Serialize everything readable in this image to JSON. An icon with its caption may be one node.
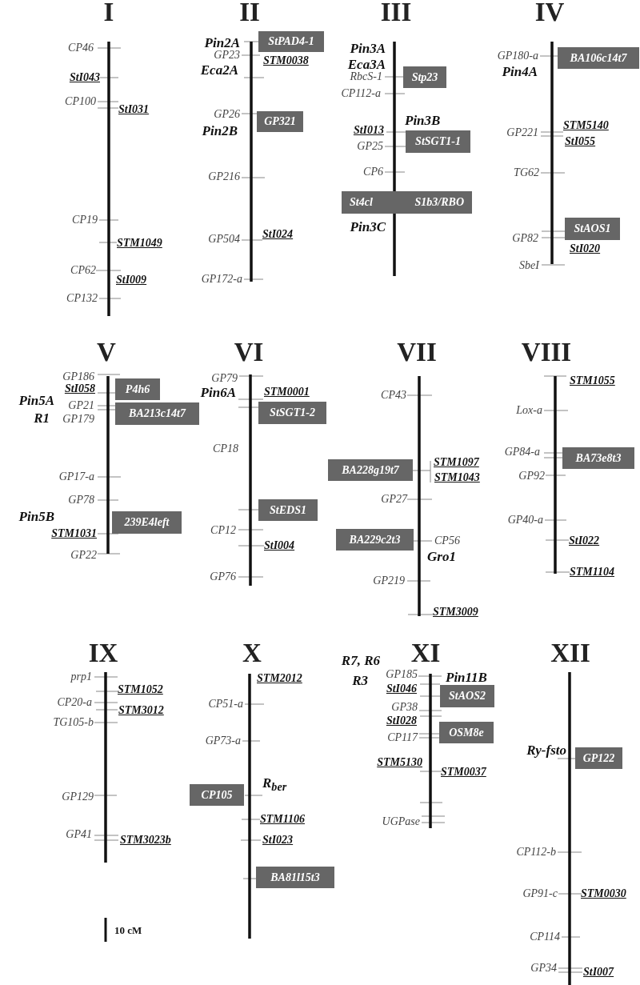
{
  "diagram": {
    "nodes": [
      {
        "text": [
          "StPAD4-1"
        ]
      },
      {
        "text": [
          "GP321"
        ]
      },
      {
        "text": [
          "Stp23"
        ]
      },
      {
        "text": [
          "StSGT1-1"
        ]
      },
      {
        "text": [
          "St4cl",
          "S1b3/RBO"
        ]
      },
      {
        "text": [
          "BA106c14t7"
        ]
      },
      {
        "text": [
          "StAOS1"
        ]
      },
      {
        "text": [
          "P4h6"
        ]
      },
      {
        "text": [
          "BA213c14t7"
        ]
      },
      {
        "text": [
          "239E4left"
        ]
      },
      {
        "text": [
          "StSGT1-2"
        ]
      },
      {
        "text": [
          "StEDS1"
        ]
      },
      {
        "text": [
          "BA228g19t7"
        ]
      },
      {
        "text": [
          "BA229c2t3"
        ]
      },
      {
        "text": [
          "BA73e8t3"
        ]
      },
      {
        "text": [
          "CP105"
        ]
      },
      {
        "text": [
          "BA81l15t3"
        ]
      },
      {
        "text": [
          "StAOS2"
        ]
      },
      {
        "text": [
          "OSM8e"
        ]
      },
      {
        "text": [
          "GP122"
        ]
      }
    ],
    "labels": [
      "I",
      "CP46",
      "StI043",
      "CP100",
      "StI031",
      "CP19",
      "STM1049",
      "CP62",
      "StI009",
      "CP132",
      "II",
      "Pin2A",
      "GP23",
      "STM0038",
      "Eca2A",
      "GP26",
      "Pin2B",
      "GP216",
      "StI024",
      "GP504",
      "GP172-a",
      "III",
      "Pin3A",
      "Eca3A",
      "RbcS-1",
      "CP112-a",
      "Pin3B",
      "StI013",
      "GP25",
      "CP6",
      "Pin3C",
      "IV",
      "GP180-a",
      "Pin4A",
      "STM5140",
      "GP221",
      "StI055",
      "TG62",
      "GP82",
      "StI020",
      "SbeI",
      "V",
      "GP186",
      "StI058",
      "Pin5A",
      "GP21",
      "R1",
      "GP179",
      "GP17-a",
      "GP78",
      "Pin5B",
      "STM1031",
      "GP22",
      "VI",
      "GP79",
      "Pin6A",
      "STM0001",
      "CP18",
      "CP12",
      "StI004",
      "GP76",
      "VII",
      "CP43",
      "STM1097",
      "STM1043",
      "GP27",
      "CP56",
      "Gro1",
      "GP219",
      "STM3009",
      "VIII",
      "STM1055",
      "Lox-a",
      "GP84-a",
      "GP92",
      "GP40-a",
      "StI022",
      "STM1104",
      "IX",
      "prp1",
      "STM1052",
      "CP20-a",
      "STM3012",
      "TG105-b",
      "GP129",
      "GP41",
      "STM3023b",
      "10 cM",
      "X",
      "STM2012",
      "CP51-a",
      "GP73-a",
      "R$_{ber}$",
      "STM1106",
      "StI023",
      "R7, R6",
      "XI",
      "R3",
      "GP185",
      "Pin11B",
      "StI046",
      "GP38",
      "StI028",
      "CP117",
      "STM5130",
      "STM0037",
      "UGPase",
      "XII",
      "Ry-fsto",
      "CP112-b",
      "GP91-c",
      "STM0030",
      "CP114",
      "GP34",
      "StI007"
    ]
  }
}
